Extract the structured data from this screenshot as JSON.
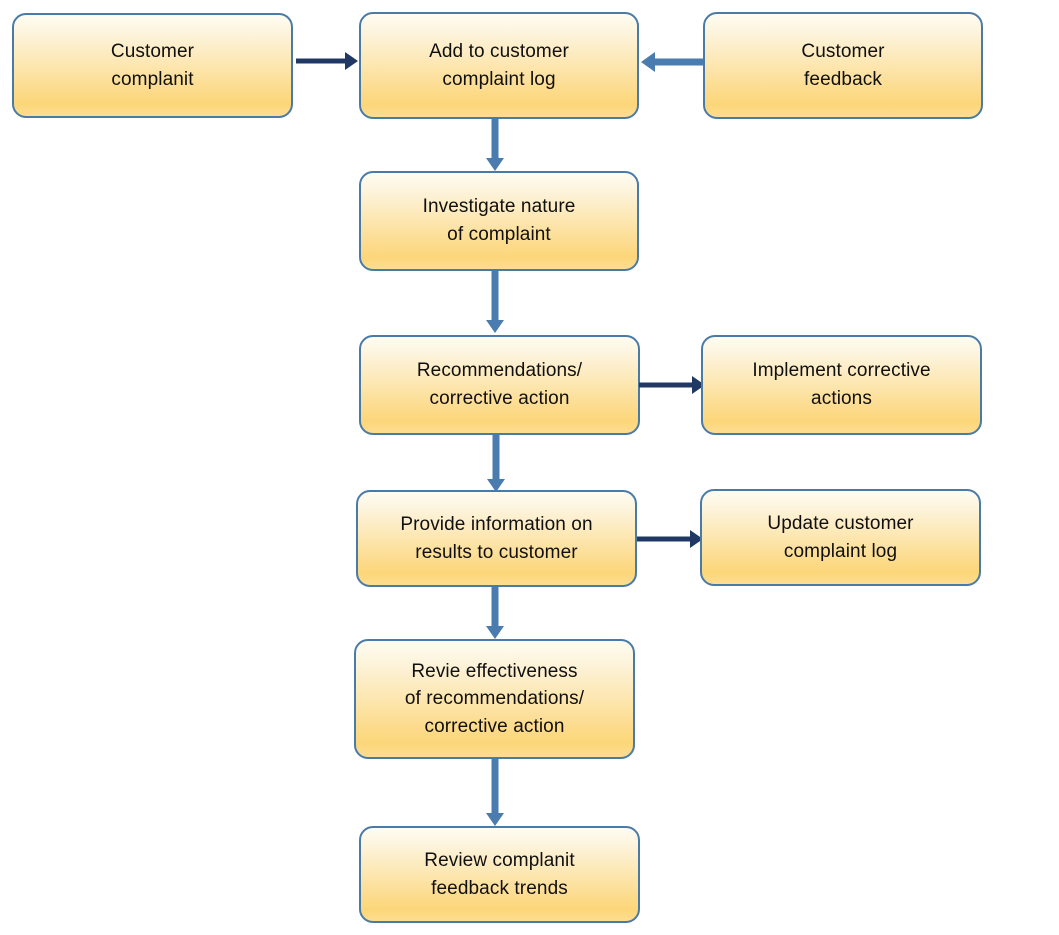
{
  "diagram": {
    "title": "Customer complaint handling process flowchart",
    "background_color": "#ffffff",
    "node_fill_top_color": "#fefcf2",
    "node_fill_bottom_color": "#fcd679",
    "node_border_color": "#4a7ba7",
    "text_color": "#101010",
    "arrow_color_vertical": "#4a7cb0",
    "arrow_color_horizontal_dark": "#1f3864",
    "arrow_color_horizontal_light": "#4a7cb0"
  },
  "nodes": {
    "customer_complaint": "Customer\ncomplanit",
    "add_to_log": "Add to customer\ncomplaint log",
    "customer_feedback": "Customer\nfeedback",
    "investigate": "Investigate nature\nof complaint",
    "recommendations": "Recommendations/\ncorrective action",
    "implement": "Implement corrective\nactions",
    "provide_information": "Provide information on\nresults to customer",
    "update_log": "Update customer\ncomplaint log",
    "review_effectiveness": "Revie effectiveness\nof recommendations/\ncorrective action",
    "review_trends": "Review complanit\nfeedback trends"
  },
  "connectors": [
    {
      "id": "complaint-to-log",
      "from": "customer_complaint",
      "to": "add_to_log",
      "direction": "right",
      "style": "dark"
    },
    {
      "id": "feedback-to-log",
      "from": "customer_feedback",
      "to": "add_to_log",
      "direction": "left",
      "style": "light"
    },
    {
      "id": "log-to-investigate",
      "from": "add_to_log",
      "to": "investigate",
      "direction": "down",
      "style": "light"
    },
    {
      "id": "investigate-to-recommendations",
      "from": "investigate",
      "to": "recommendations",
      "direction": "down",
      "style": "light"
    },
    {
      "id": "recommendations-to-implement",
      "from": "recommendations",
      "to": "implement",
      "direction": "right",
      "style": "dark"
    },
    {
      "id": "recommendations-to-provide",
      "from": "recommendations",
      "to": "provide_information",
      "direction": "down",
      "style": "light"
    },
    {
      "id": "provide-to-update",
      "from": "provide_information",
      "to": "update_log",
      "direction": "right",
      "style": "dark"
    },
    {
      "id": "provide-to-review-effectiveness",
      "from": "provide_information",
      "to": "review_effectiveness",
      "direction": "down",
      "style": "light"
    },
    {
      "id": "review-effectiveness-to-trends",
      "from": "review_effectiveness",
      "to": "review_trends",
      "direction": "down",
      "style": "light"
    }
  ]
}
